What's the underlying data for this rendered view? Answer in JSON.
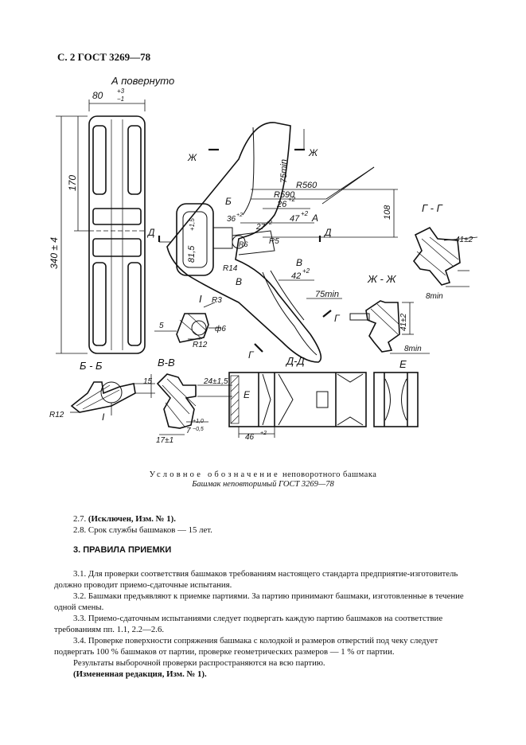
{
  "header": "С. 2 ГОСТ 3269—78",
  "drawing": {
    "view_title": "А повернуто",
    "labels": {
      "section_BB": "Б - Б",
      "section_VV": "В-В",
      "section_DD": "Д-Д",
      "section_GG": "Г - Г",
      "section_ZhZh": "Ж - Ж",
      "view_E": "Е",
      "detail_I": "I",
      "mark_Zh": "Ж",
      "mark_B": "Б",
      "mark_V": "В",
      "mark_A": "А",
      "mark_D": "Д",
      "mark_G": "Г",
      "mark_E": "Е",
      "mark_I_small": "I"
    },
    "dims": {
      "d80": "80",
      "d80tol_up": "+3",
      "d80tol_dn": "−1",
      "d170": "170",
      "d340": "340 ± 4",
      "d75min_top": "75min",
      "r560": "R560",
      "r590": "R590",
      "d108": "108",
      "d26": "26",
      "d26tol": "+2",
      "d47": "47",
      "d47tol": "+2",
      "d36": "36",
      "d36tol": "+2",
      "d27": "27",
      "d27tol": "+2",
      "d815": "81,5",
      "d815tol": "+1,5",
      "r14": "R14",
      "r5": "R5",
      "r6": "R6",
      "d42": "42",
      "d42tol": "+2",
      "d75min_bot": "75min",
      "d41a": "41±2",
      "d8min_a": "8min",
      "d41b": "41±2",
      "d8min_b": "8min",
      "r3": "R3",
      "d5": "5",
      "phi6": "ф6",
      "r12a": "R12",
      "d15": "15",
      "r12b": "R12",
      "d24": "24±1,5",
      "d17": "17±1",
      "d7": "7",
      "d7tol_up": "+1,0",
      "d7tol_dn": "−0,5",
      "d46": "46",
      "d46tol": "+2"
    }
  },
  "caption": {
    "spaced": "Условное обозначение",
    "rest": "неповоротного башмака",
    "line2": "Башмак неповторимый ГОСТ 3269—78"
  },
  "items": {
    "p27_num": "2.7.",
    "p27_text": "(Исключен, Изм. № 1).",
    "p28": "2.8. Срок службы башмаков — 15 лет."
  },
  "section3": {
    "title": "3. ПРАВИЛА ПРИЕМКИ",
    "p31": "3.1. Для проверки соответствия башмаков требованиям настоящего стандарта предприятие-изготовитель должно проводит приемо-сдаточные испытания.",
    "p32": "3.2. Башмаки предъявляют к приемке партиями. За партию принимают башмаки, изготовленные в течение одной смены.",
    "p33": "3.3. Приемо-сдаточным испытаниями следует подвергать каждую партию башмаков на соответствие требованиям пп. 1.1, 2.2—2.6.",
    "p34": "3.4. Проверке поверхности сопряжения башмака с колодкой и размеров отверстий под чеку следует подвергать 100 % башмаков от партии, проверке геометрических размеров — 1 % от партии.",
    "p34b": "Результаты выборочной проверки распространяются на всю партию.",
    "edit_note": "(Измененная редакция, Изм. № 1)."
  }
}
